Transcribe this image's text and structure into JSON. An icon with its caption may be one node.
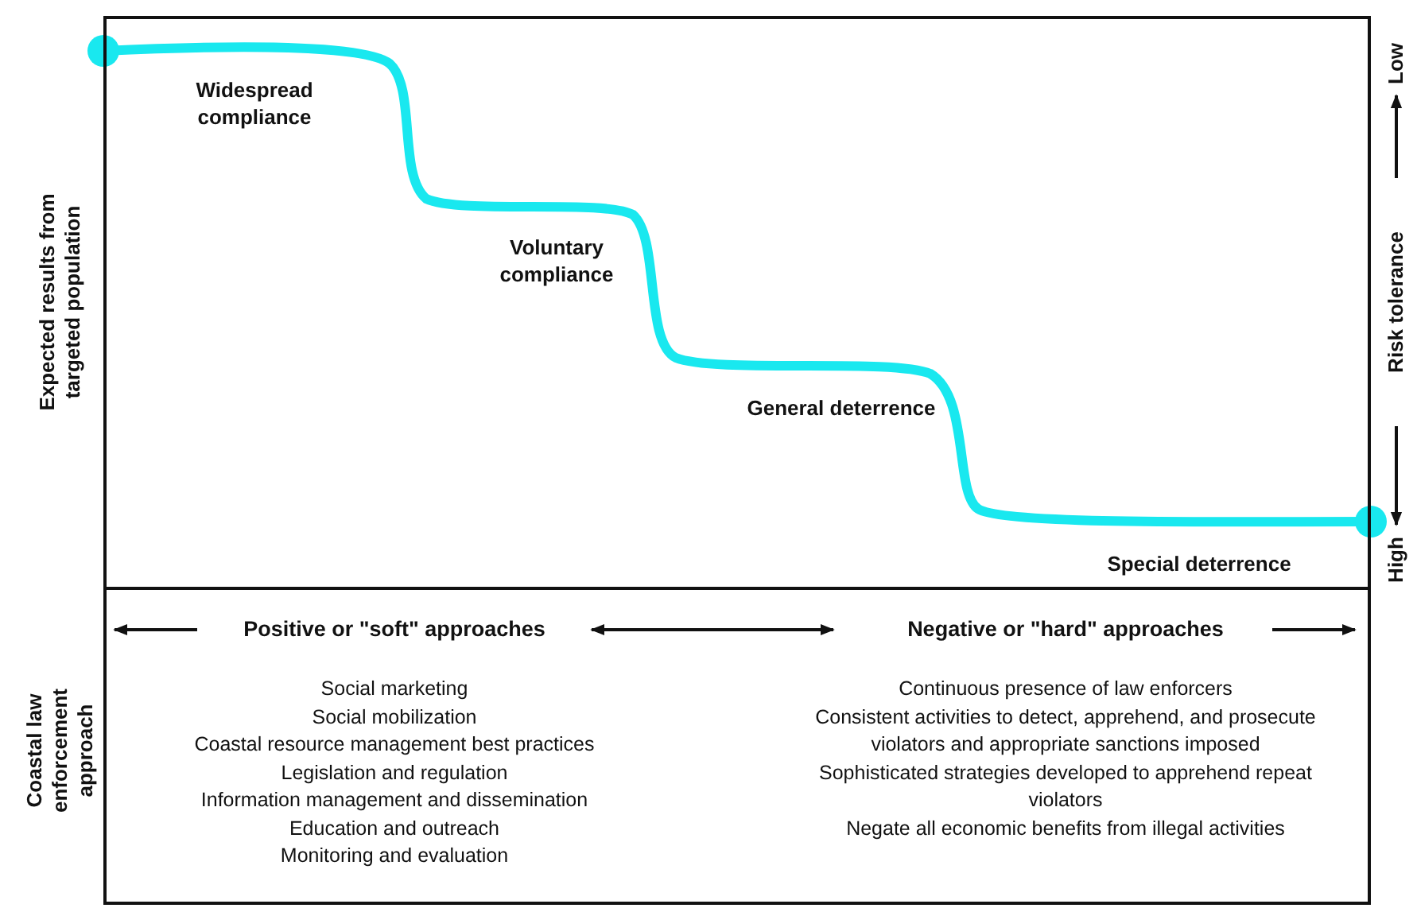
{
  "diagram": {
    "nodes": [
      {
        "text": [
          "Widespread compliance",
          "Voluntary compliance",
          "General deterrence",
          "Special deterrence"
        ]
      },
      {
        "text": [
          "Positive or \"soft\" approaches",
          "Negative or \"hard\" approaches",
          "Social marketing",
          "Social mobilization",
          "Coastal resource management best practices",
          "Legislation and regulation",
          "Information management and dissemination",
          "Education and outreach",
          "Monitoring and evaluation",
          "Continuous presence of law enforcers",
          "Consistent activities to detect, apprehend, and prosecute violators and appropriate sanctions imposed",
          "Sophisticated strategies developed to apprehend repeat violators",
          "Negate all economic benefits from illegal activities"
        ]
      }
    ],
    "labels": [
      "Expected results from targeted population",
      "Coastal law enforcement approach",
      "Low",
      "Risk tolerance",
      "High"
    ]
  }
}
